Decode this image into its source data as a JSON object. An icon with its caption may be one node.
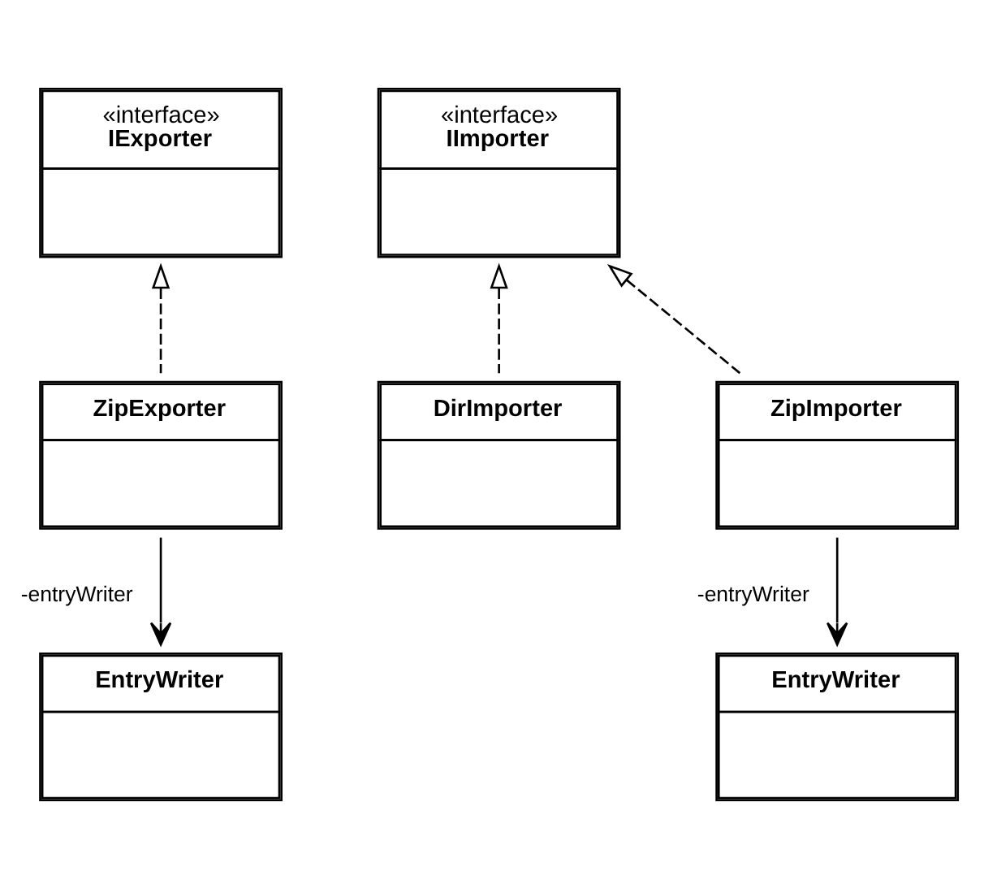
{
  "diagram": {
    "nodes": [
      {
        "text": [
          "«interface»",
          "IExporter"
        ]
      },
      {
        "text": [
          "«interface»",
          "IImporter"
        ]
      },
      {
        "text": [
          "ZipExporter"
        ]
      },
      {
        "text": [
          "DirImporter"
        ]
      },
      {
        "text": [
          "ZipImporter"
        ]
      },
      {
        "text": [
          "EntryWriter"
        ]
      },
      {
        "text": [
          "EntryWriter"
        ]
      }
    ],
    "edges": [
      {
        "from": 2,
        "to": 0,
        "arrow": "to",
        "style": "dashed"
      },
      {
        "from": 3,
        "to": 1,
        "arrow": "to",
        "style": "dashed"
      },
      {
        "from": 4,
        "to": 1,
        "arrow": "to",
        "style": "dashed"
      },
      {
        "from": 2,
        "to": 5,
        "arrow": "to",
        "label": "-entryWriter"
      },
      {
        "from": 4,
        "to": 6,
        "arrow": "to",
        "label": "-entryWriter"
      }
    ]
  }
}
